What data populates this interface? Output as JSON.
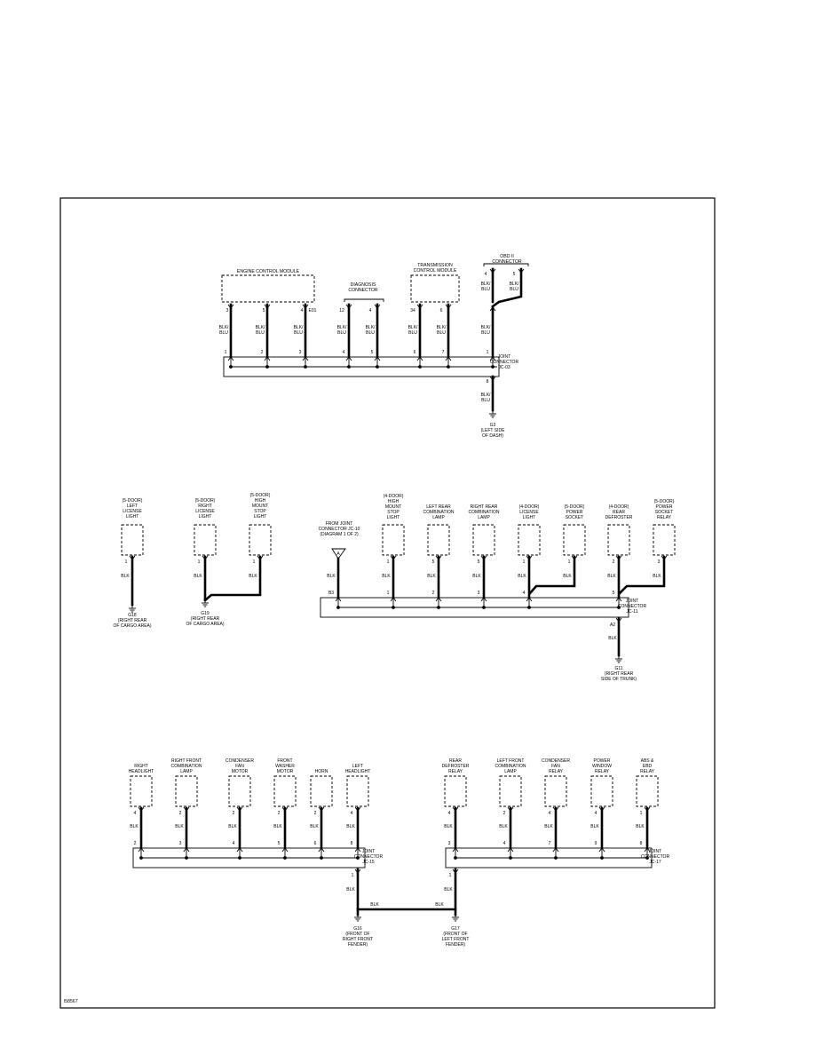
{
  "figure_id": "l58567",
  "top": {
    "ecm": {
      "title": "ENGINE CONTROL MODULE",
      "pins": [
        "3",
        "5",
        "4"
      ],
      "tag": "E01",
      "wire_labels": [
        [
          "BLK/",
          "BLU"
        ],
        [
          "BLK/",
          "BLU"
        ],
        [
          "BLK/",
          "BLU"
        ]
      ]
    },
    "diag": {
      "title": [
        "DIAGNOSIS",
        "CONNECTOR"
      ],
      "pins": [
        "12",
        "4"
      ],
      "wire_labels": [
        [
          "BLK/",
          "BLU"
        ],
        [
          "BLK/",
          "BLU"
        ]
      ]
    },
    "tcm": {
      "title": [
        "TRANSMISSION",
        "CONTROL MODULE"
      ],
      "pins": [
        "34",
        "6"
      ],
      "wire_labels": [
        [
          "BLK/",
          "BLU"
        ],
        [
          "BLK/",
          "BLU"
        ]
      ]
    },
    "obd": {
      "title": [
        "OBD II",
        "CONNECTOR"
      ],
      "pins": [
        "4",
        "5"
      ],
      "wire_labels": [
        [
          "BLK/",
          "BLU"
        ],
        [
          "BLK/",
          "BLU"
        ]
      ]
    },
    "obd_wire_label": [
      "BLK/",
      "BLU"
    ],
    "joint": {
      "label": [
        "JOINT",
        "CONNECTOR",
        "JC-03"
      ],
      "pins": [
        "1",
        "2",
        "3",
        "4",
        "5",
        "6",
        "7",
        "1",
        "8"
      ]
    },
    "ground_wire_label": [
      "BLK/",
      "BLU"
    ],
    "ground": [
      "G3",
      "(LEFT SIDE",
      "OF DASH)"
    ]
  },
  "middle": {
    "left": {
      "lic_left": {
        "title": [
          "(5-DOOR)",
          "LEFT",
          "LICENSE",
          "LIGHT"
        ],
        "pin": "1",
        "wire": "BLK",
        "ground": [
          "G18",
          "(RIGHT REAR",
          "OF CARGO AREA)"
        ]
      },
      "lic_right": {
        "title": [
          "(5-DOOR)",
          "RIGHT",
          "LICENSE",
          "LIGHT"
        ],
        "pin": "1",
        "wire": "BLK"
      },
      "hmsl": {
        "title": [
          "(5-DOOR)",
          "HIGH",
          "MOUNT",
          "STOP",
          "LIGHT"
        ],
        "pin": "1",
        "wire": "BLK"
      },
      "ground": [
        "G19",
        "(RIGHT REAR",
        "OF CARGO AREA)"
      ]
    },
    "from_joint": [
      "FROM JOINT",
      "CONNECTOR JC-10",
      "(DIAGRAM 1 OF 2)"
    ],
    "from_joint_marker": "A",
    "from_joint_wire": "BLK",
    "components": [
      {
        "title": [
          "(4-DOOR)",
          "HIGH",
          "MOUNT",
          "STOP",
          "LIGHT"
        ],
        "pin": "1",
        "wire": "BLK",
        "joint_pin": "1"
      },
      {
        "title": [
          "LEFT REAR",
          "COMBINATION",
          "LAMP"
        ],
        "pin": "5",
        "wire": "BLK",
        "joint_pin": "2"
      },
      {
        "title": [
          "RIGHT REAR",
          "COMBINATION",
          "LAMP"
        ],
        "pin": "5",
        "wire": "BLK",
        "joint_pin": "3"
      },
      {
        "title": [
          "(4-DOOR)",
          "LICENSE",
          "LIGHT"
        ],
        "pin": "1",
        "wire": "BLK",
        "joint_pin": "4"
      },
      {
        "title": [
          "(5-DOOR)",
          "POWER",
          "SOCKET"
        ],
        "pin": "1",
        "wire": "BLK",
        "joint_pin": ""
      },
      {
        "title": [
          "(4-DOOR)",
          "REAR",
          "DEFROSTER"
        ],
        "pin": "2",
        "wire": "BLK",
        "joint_pin": "5"
      },
      {
        "title": [
          "(5-DOOR)",
          "POWER",
          "SOCKET",
          "RELAY"
        ],
        "pin": "3",
        "wire": "BLK",
        "joint_pin": ""
      }
    ],
    "joint": {
      "label": [
        "JOINT",
        "CONNECTOR",
        "JC-11"
      ],
      "pin_left": "B3",
      "pin_out": "A2"
    },
    "ground_wire": "BLK",
    "ground": [
      "G11",
      "(RIGHT REAR",
      "SIDE OF TRUNK)"
    ]
  },
  "bottom": {
    "left_group": {
      "components": [
        {
          "title": [
            "RIGHT",
            "HEADLIGHT"
          ],
          "pin": "4",
          "wire": "BLK",
          "joint_pin": "2"
        },
        {
          "title": [
            "RIGHT FRONT",
            "COMBINATION",
            "LAMP"
          ],
          "pin": "2",
          "wire": "BLK",
          "joint_pin": "3"
        },
        {
          "title": [
            "CONDENSER",
            "FAN",
            "MOTOR"
          ],
          "pin": "2",
          "wire": "BLK",
          "joint_pin": "4"
        },
        {
          "title": [
            "FRONT",
            "WASHER",
            "MOTOR"
          ],
          "pin": "2",
          "wire": "BLK",
          "joint_pin": "5"
        },
        {
          "title": [
            "HORN"
          ],
          "pin": "2",
          "wire": "BLK",
          "joint_pin": "6"
        },
        {
          "title": [
            "LEFT",
            "HEADLIGHT"
          ],
          "pin": "4",
          "wire": "BLK",
          "joint_pin": "8"
        }
      ],
      "joint": {
        "label": [
          "JOINT",
          "CONNECTOR",
          "JC-15"
        ],
        "pin_out": "1"
      },
      "ground_wire": "BLK",
      "ground": [
        "G16",
        "(FRONT OF",
        "RIGHT FRONT",
        "FENDER)"
      ]
    },
    "right_group": {
      "components": [
        {
          "title": [
            "REAR",
            "DEFROSTER",
            "RELAY"
          ],
          "pin": "4",
          "wire": "BLK",
          "joint_pin": "3"
        },
        {
          "title": [
            "LEFT FRONT",
            "COMBINATION",
            "LAMP"
          ],
          "pin": "2",
          "wire": "BLK",
          "joint_pin": "4"
        },
        {
          "title": [
            "CONDENSER",
            "FAN",
            "RELAY"
          ],
          "pin": "4",
          "wire": "BLK",
          "joint_pin": "7"
        },
        {
          "title": [
            "POWER",
            "WINDOW",
            "RELAY"
          ],
          "pin": "4",
          "wire": "BLK",
          "joint_pin": "9"
        },
        {
          "title": [
            "ABS &",
            "EBD",
            "RELAY"
          ],
          "pin": "1",
          "wire": "BLK",
          "joint_pin": "8"
        }
      ],
      "joint": {
        "label": [
          "JOINT",
          "CONNECTOR",
          "JC-17"
        ],
        "pin_out": "1"
      },
      "ground_wire": "BLK",
      "ground": [
        "G17",
        "(FRONT OF",
        "LEFT FRONT",
        "FENDER)"
      ]
    },
    "link_labels": [
      "BLK",
      "BLK"
    ]
  }
}
